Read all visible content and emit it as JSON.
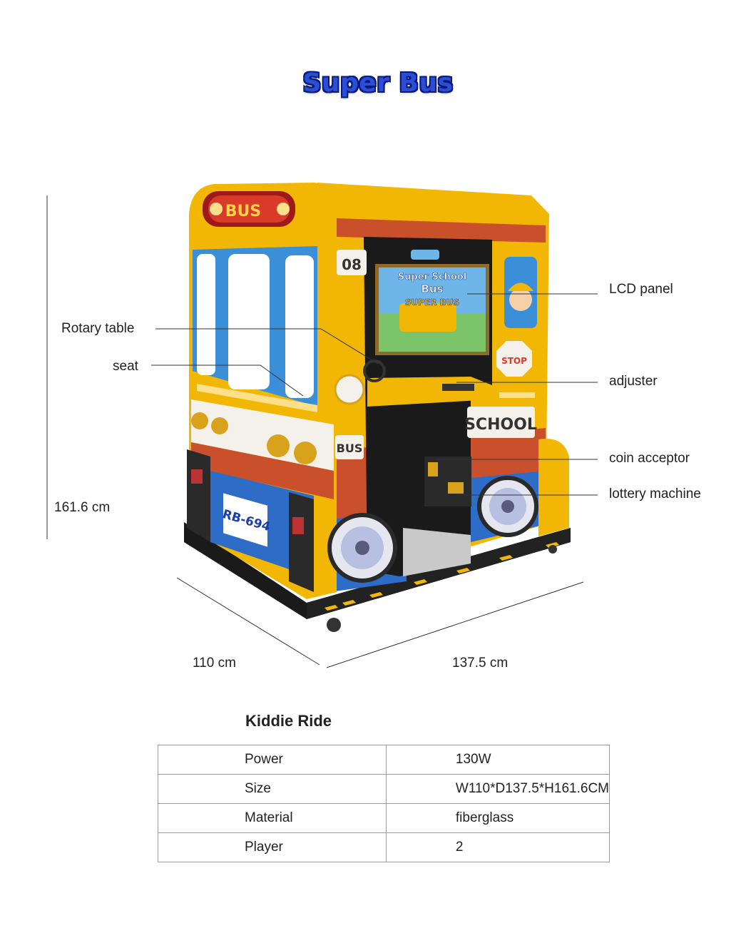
{
  "title": "Super Bus",
  "callouts": {
    "lcd_panel": "LCD panel",
    "rotary_table": "Rotary table",
    "seat": "seat",
    "adjuster": "adjuster",
    "coin_acceptor": "coin acceptor",
    "lottery_machine": "lottery machine"
  },
  "dimensions": {
    "height": "161.6 cm",
    "width": "110 cm",
    "depth": "137.5 cm"
  },
  "machine_graphics": {
    "roof_sign": "BUS",
    "bus_number": "08",
    "screen_title_1": "Super School",
    "screen_title_2": "Bus",
    "screen_title_3": "SUPER BUS",
    "stop_sign": "STOP",
    "school_sign": "SCHOOL",
    "side_bus_label": "BUS",
    "plate": "RB-694"
  },
  "spec_section_title": "Kiddie Ride",
  "specs": [
    {
      "key": "Power",
      "value": "130W"
    },
    {
      "key": "Size",
      "value": "W110*D137.5*H161.6CM"
    },
    {
      "key": "Material",
      "value": "fiberglass"
    },
    {
      "key": "Player",
      "value": "2"
    }
  ],
  "colors": {
    "title": "#2a4fd6",
    "body_yellow": "#f2b705",
    "window_blue": "#3b8fd9",
    "stripe_orange": "#d9531e",
    "panel_blue": "#2d6cc7",
    "base_black": "#1a1a1a"
  }
}
